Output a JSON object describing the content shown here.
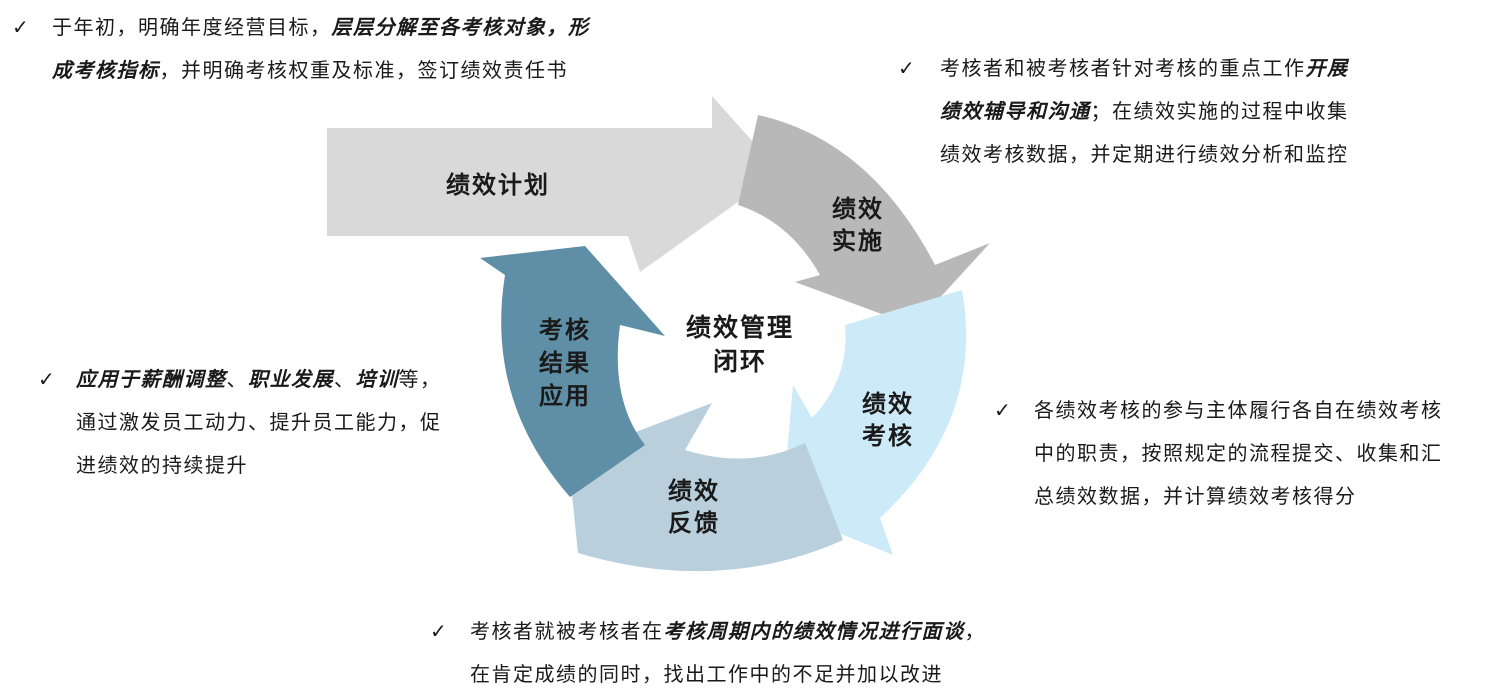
{
  "diagram": {
    "center": [
      "绩效管理",
      "闭环"
    ],
    "stages": [
      {
        "id": "plan",
        "label": [
          "绩效计划"
        ],
        "color": "#d9d9d9"
      },
      {
        "id": "implement",
        "label": [
          "绩效",
          "实施"
        ],
        "color": "#b8b8b8"
      },
      {
        "id": "assess",
        "label": [
          "绩效",
          "考核"
        ],
        "color": "#cdeaf8"
      },
      {
        "id": "feedback",
        "label": [
          "绩效",
          "反馈"
        ],
        "color": "#b9d0dc"
      },
      {
        "id": "apply",
        "label": [
          "考核",
          "结果",
          "应用"
        ],
        "color": "#5f8fa6"
      }
    ]
  },
  "notes": {
    "check": "✓",
    "plan": {
      "l1_a": "于年初，明确年度经营目标，",
      "l1_b": "层层分解至各考核对象，形",
      "l2_a": "成考核指标",
      "l2_b": "，并明确考核权重及标准，签订绩效责任书"
    },
    "implement": {
      "l1_a": "考核者和被考核者针对考核的重点工作",
      "l1_b": "开展",
      "l2_a": "绩效辅导和沟通",
      "l2_b": "；在绩效实施的过程中收集",
      "l3": "绩效考核数据，并定期进行绩效分析和监控"
    },
    "assess": {
      "l1": "各绩效考核的参与主体履行各自在绩效考核",
      "l2": "中的职责，按照规定的流程提交、收集和汇",
      "l3": "总绩效数据，并计算绩效考核得分"
    },
    "feedback": {
      "l1_a": "考核者就被考核者在",
      "l1_b": "考核周期内的绩效情况进行面谈",
      "l1_c": "，",
      "l2": "在肯定成绩的同时，找出工作中的不足并加以改进"
    },
    "apply": {
      "l1_a": "应用于薪酬调整",
      "l1_b": "、",
      "l1_c": "职业发展",
      "l1_d": "、",
      "l1_e": "培训",
      "l1_f": "等，",
      "l2": "通过激发员工动力、提升员工能力，促",
      "l3": "进绩效的持续提升"
    }
  }
}
